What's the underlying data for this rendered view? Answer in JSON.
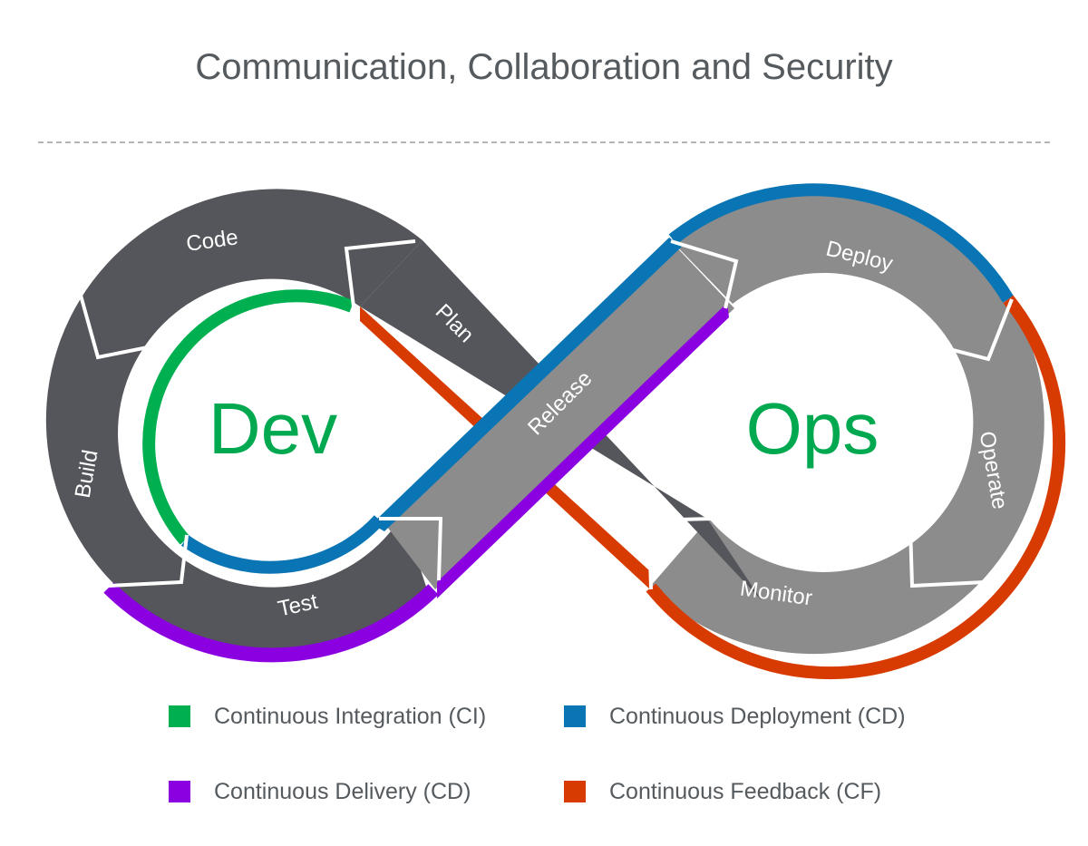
{
  "title": "Communication, Collaboration and Security",
  "colors": {
    "dark_segment": "#54565b",
    "light_segment": "#8c8c8c",
    "ci": "#00b050",
    "cd_deploy": "#0a75b5",
    "cd_delivery": "#8b00e0",
    "cf": "#d83b01",
    "center_text": "#00a94f"
  },
  "diagram": {
    "dev_label": "Dev",
    "ops_label": "Ops",
    "stages": {
      "code": "Code",
      "plan": "Plan",
      "build": "Build",
      "test": "Test",
      "release": "Release",
      "deploy": "Deploy",
      "operate": "Operate",
      "monitor": "Monitor"
    }
  },
  "legend": [
    {
      "label": "Continuous Integration (CI)",
      "color": "#00b050"
    },
    {
      "label": "Continuous Deployment (CD)",
      "color": "#0a75b5"
    },
    {
      "label": "Continuous Delivery (CD)",
      "color": "#8b00e0"
    },
    {
      "label": "Continuous Feedback (CF)",
      "color": "#d83b01"
    }
  ]
}
